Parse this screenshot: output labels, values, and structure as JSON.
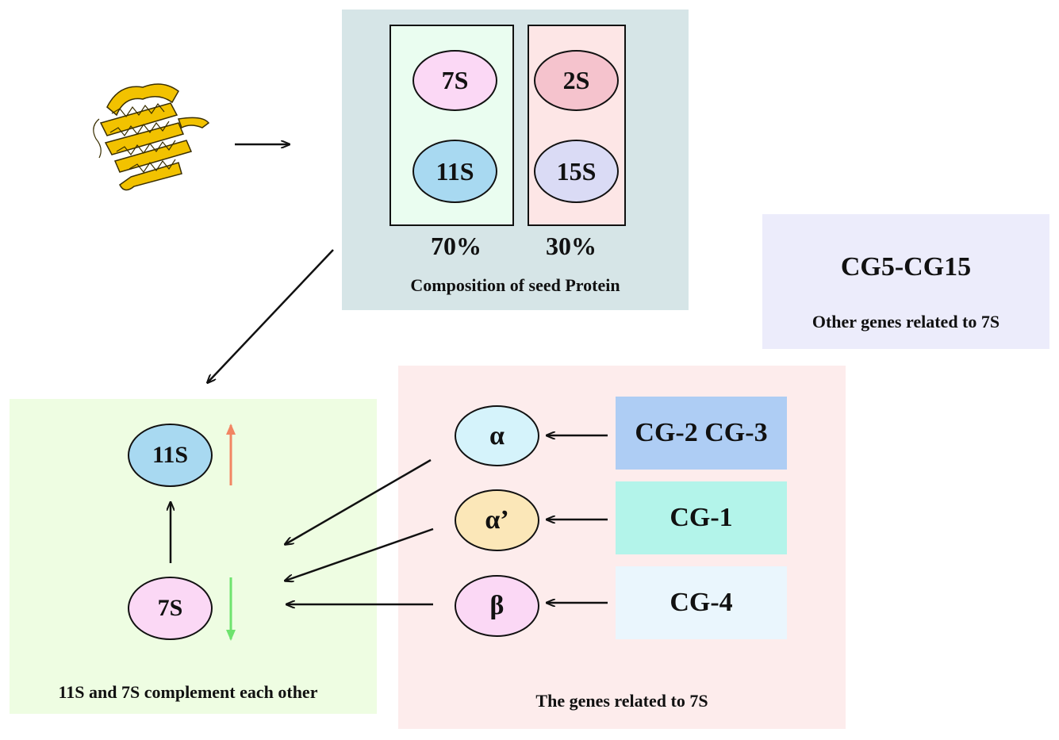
{
  "composition": {
    "left_group": [
      "7S",
      "11S"
    ],
    "right_group": [
      "2S",
      "15S"
    ],
    "left_percent": "70%",
    "right_percent": "30%",
    "caption": "Composition of seed Protein"
  },
  "other_genes": {
    "title": "CG5-CG15",
    "caption": "Other genes related to 7S"
  },
  "complement": {
    "top": "11S",
    "bottom": "7S",
    "caption": "11S and 7S complement each other"
  },
  "genes": {
    "subunits": [
      "α",
      "α’",
      "β"
    ],
    "gene_labels": [
      "CG-2 CG-3",
      "CG-1",
      "CG-4"
    ],
    "caption": "The genes related to 7S"
  },
  "colors": {
    "composition_bg": "#d6e5e7",
    "left_group_bg": "#eafdf0",
    "right_group_bg": "#fde6e6",
    "other_genes_bg": "#ececfb",
    "complement_bg": "#eefde2",
    "genes_bg": "#fdecec",
    "ellipse_7S": "#fbd8f5",
    "ellipse_11S": "#a8d9f1",
    "ellipse_2S": "#f5c3cd",
    "ellipse_15S": "#dadbf5",
    "alpha": "#d5f3fb",
    "alpha_prime": "#fbe7b8",
    "beta": "#fbd8f5",
    "cg23_box": "#aecdf4",
    "cg1_box": "#b3f4ea",
    "cg4_box": "#eaf6fd",
    "up_arrow": "#f28563",
    "down_arrow": "#6ee36e",
    "protein_icon": "#f2c200"
  }
}
